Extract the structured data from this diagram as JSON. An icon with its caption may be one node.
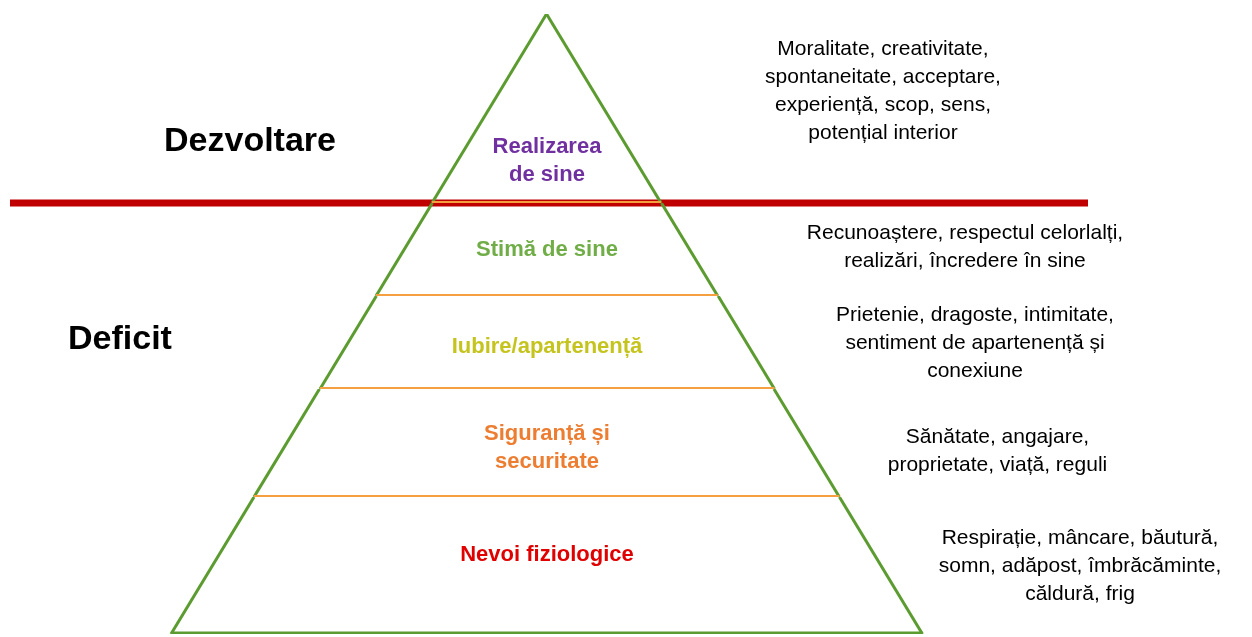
{
  "diagram": {
    "nodes": [
      {
        "text": [
          "Realizarea de sine"
        ]
      },
      {
        "text": [
          "Stimă de sine"
        ]
      },
      {
        "text": [
          "Iubire/apartenență"
        ]
      },
      {
        "text": [
          "Siguranță și securitate"
        ]
      },
      {
        "text": [
          "Nevoi fiziologice"
        ]
      }
    ],
    "labels": [
      "Moralitate, creativitate, spontaneitate, acceptare, experiență, scop, sens, potențial interior",
      "Dezvoltare",
      "Recunoaștere, respectul celorlalți, realizări, încredere în sine",
      "Deficit",
      "Prietenie, dragoste, intimitate, sentiment de apartenență și conexiune",
      "Sănătate, angajare, proprietate, viață, reguli",
      "Respirație, mâncare, băutură, somn, adăpost, îmbrăcăminte, căldură, frig"
    ]
  }
}
